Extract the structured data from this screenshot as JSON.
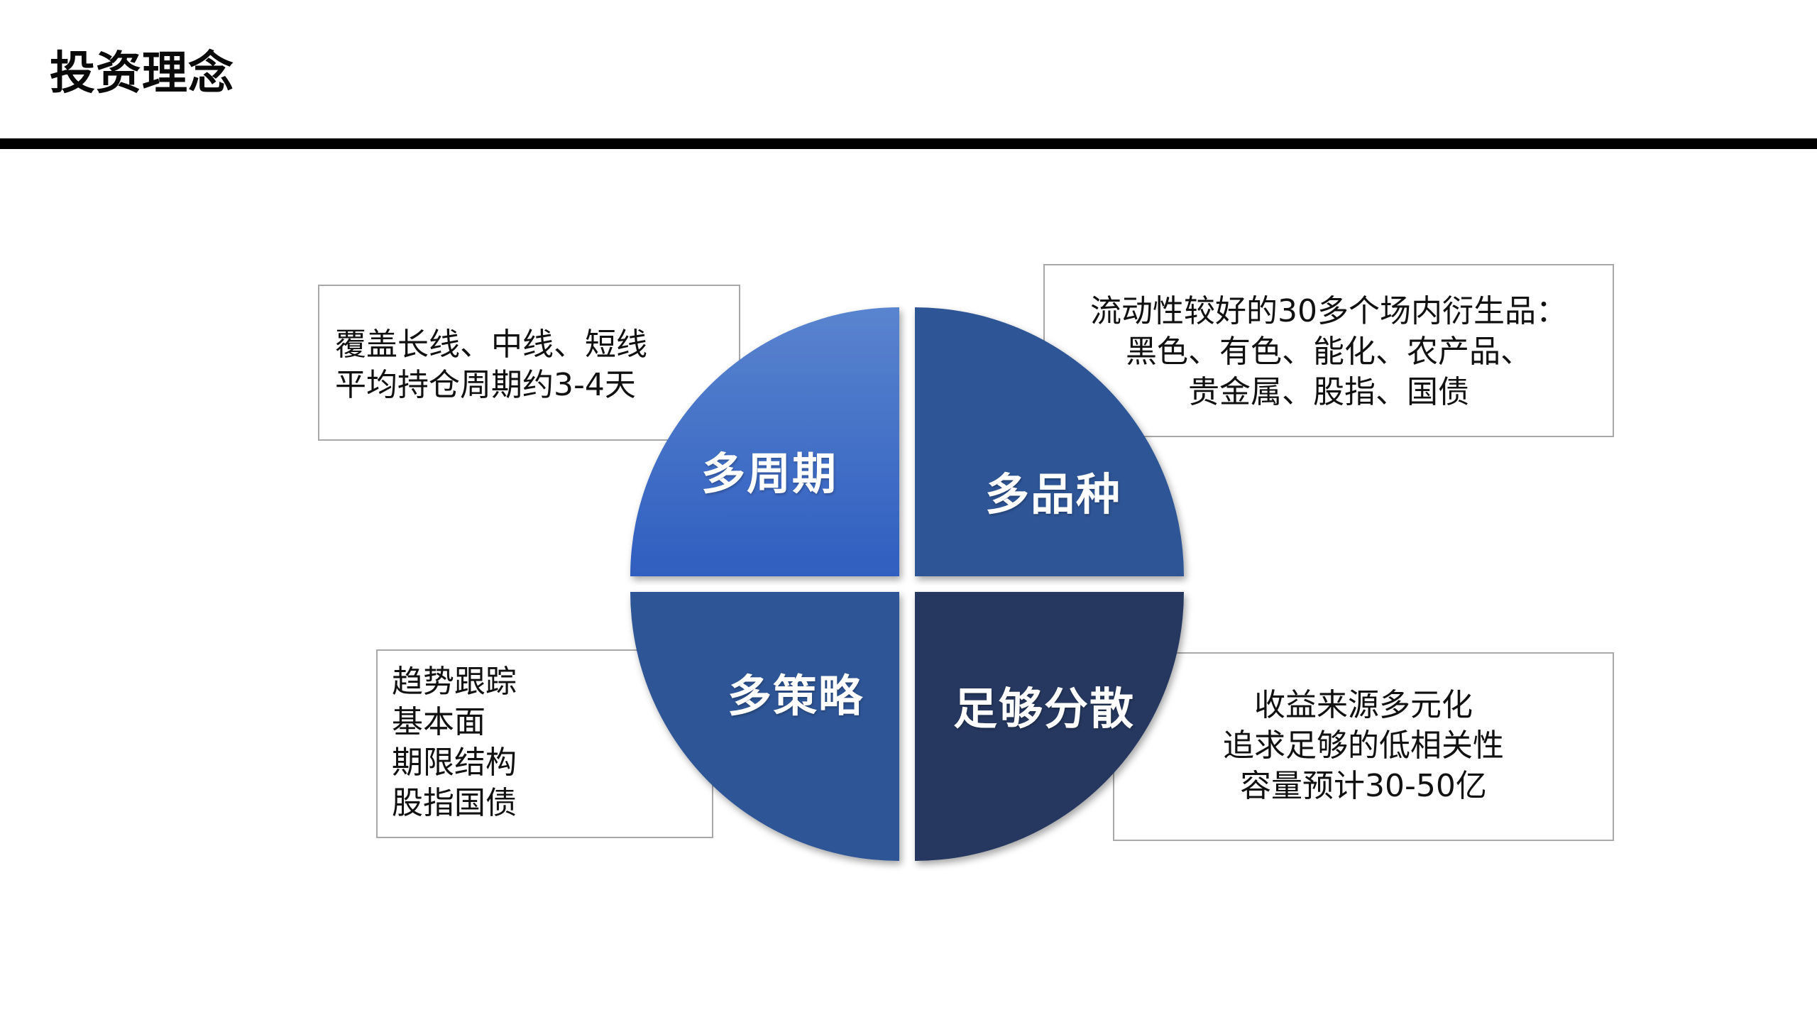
{
  "page": {
    "title": "投资理念"
  },
  "quadrants": {
    "cycles": {
      "label": "多周期",
      "color_top": "#5A84CF",
      "color_bottom": "#2F5EC0",
      "box_lines": [
        "覆盖长线、中线、短线",
        "平均持仓周期约3-4天"
      ]
    },
    "products": {
      "label": "多品种",
      "color": "#2E5596",
      "box_lines": [
        "流动性较好的30多个场内衍生品：",
        "黑色、有色、能化、农产品、",
        "贵金属、股指、国债"
      ]
    },
    "strategies": {
      "label": "多策略",
      "color": "#2E5596",
      "box_lines": [
        "趋势跟踪",
        "基本面",
        "期限结构",
        "股指国债"
      ]
    },
    "diversify": {
      "label": "足够分散",
      "color": "#25375F",
      "box_lines": [
        "收益来源多元化",
        "追求足够的低相关性",
        "容量预计30-50亿"
      ]
    }
  }
}
